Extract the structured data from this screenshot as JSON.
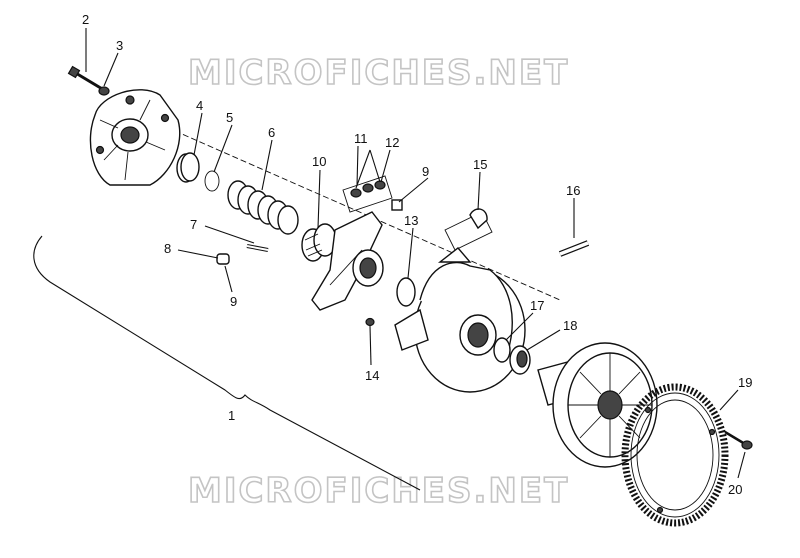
{
  "watermarks": {
    "top": "MICROFICHES.NET",
    "bottom": "MICROFICHES.NET"
  },
  "callouts": [
    {
      "id": "c1",
      "text": "1"
    },
    {
      "id": "c2",
      "text": "2"
    },
    {
      "id": "c3",
      "text": "3"
    },
    {
      "id": "c4",
      "text": "4"
    },
    {
      "id": "c5",
      "text": "5"
    },
    {
      "id": "c6",
      "text": "6"
    },
    {
      "id": "c7",
      "text": "7"
    },
    {
      "id": "c8",
      "text": "8"
    },
    {
      "id": "c9a",
      "text": "9"
    },
    {
      "id": "c9b",
      "text": "9"
    },
    {
      "id": "c10",
      "text": "10"
    },
    {
      "id": "c11",
      "text": "11"
    },
    {
      "id": "c12",
      "text": "12"
    },
    {
      "id": "c13",
      "text": "13"
    },
    {
      "id": "c14",
      "text": "14"
    },
    {
      "id": "c15",
      "text": "15"
    },
    {
      "id": "c16",
      "text": "16"
    },
    {
      "id": "c17",
      "text": "17"
    },
    {
      "id": "c18",
      "text": "18"
    },
    {
      "id": "c19",
      "text": "19"
    },
    {
      "id": "c20",
      "text": "20"
    }
  ]
}
